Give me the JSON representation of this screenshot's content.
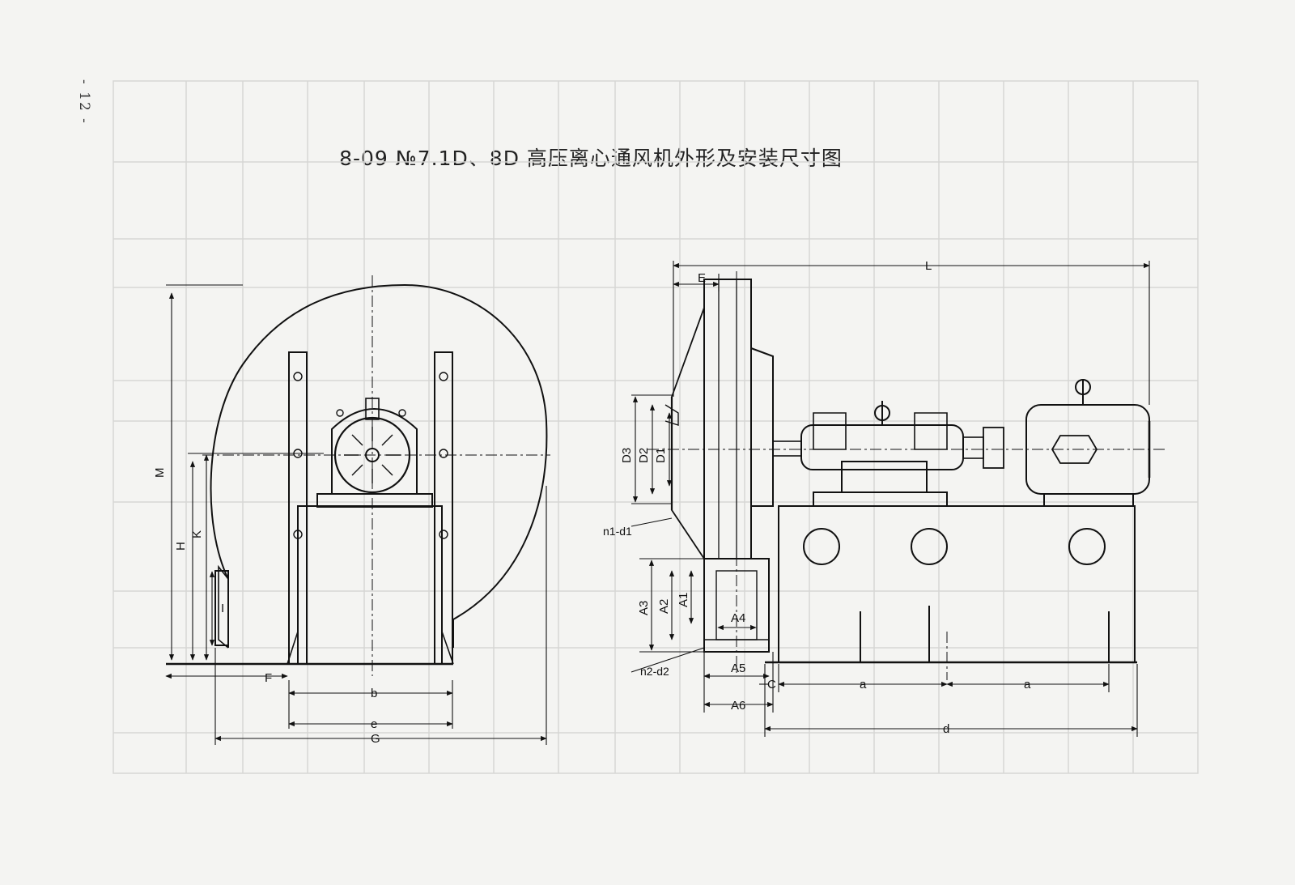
{
  "page": {
    "number": "- 12 -"
  },
  "title": {
    "text": "8-09 №7.1D、8D 高压离心通风机外形及安装尺寸图"
  },
  "front_view": {
    "labels": {
      "M": "M",
      "H": "H",
      "K": "K",
      "I": "I",
      "F": "F",
      "b": "b",
      "e": "e",
      "G": "G"
    }
  },
  "side_view": {
    "labels": {
      "L": "L",
      "E": "E",
      "D3": "D3",
      "D2": "D2",
      "D1": "D1",
      "n1d1": "n1-d1",
      "A3": "A3",
      "A2": "A2",
      "A1": "A1",
      "A4": "A4",
      "n2d2": "n2-d2",
      "A5": "A5",
      "A6": "A6",
      "C": "C",
      "a_left": "a",
      "a_right": "a",
      "d": "d"
    }
  }
}
